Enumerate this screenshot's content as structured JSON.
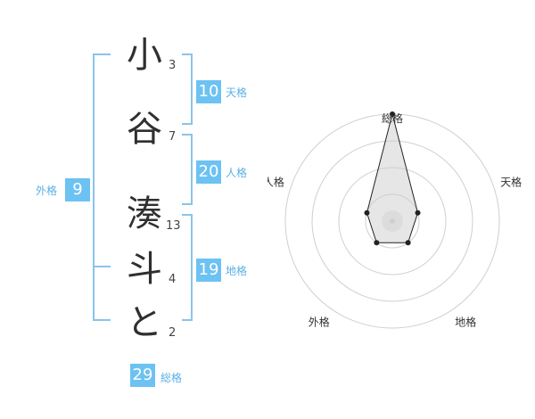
{
  "name_chars": [
    {
      "char": "小",
      "strokes": "3"
    },
    {
      "char": "谷",
      "strokes": "7"
    },
    {
      "char": "湊",
      "strokes": "13"
    },
    {
      "char": "斗",
      "strokes": "4"
    },
    {
      "char": "と",
      "strokes": "2"
    }
  ],
  "kakusu": {
    "tenkaku": {
      "value": "10",
      "label": "天格"
    },
    "jinkaku": {
      "value": "20",
      "label": "人格"
    },
    "chikaku": {
      "value": "19",
      "label": "地格"
    },
    "gaikaku": {
      "value": "9",
      "label": "外格"
    },
    "soukaku": {
      "value": "29",
      "label": "総格"
    }
  },
  "colors": {
    "accent": "#6cc2f2",
    "bracket": "#89c4ec",
    "text": "#2f2f2f"
  },
  "chart_data": {
    "type": "radar",
    "axes": [
      "総格",
      "天格",
      "地格",
      "外格",
      "人格"
    ],
    "rings": 4,
    "values": [
      4,
      1,
      1,
      1,
      1
    ],
    "max": 4
  }
}
